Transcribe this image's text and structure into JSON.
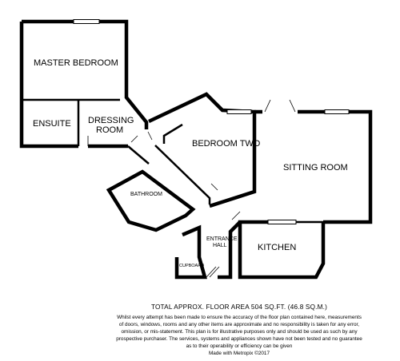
{
  "rooms": {
    "master_bedroom": "MASTER BEDROOM",
    "ensuite": "ENSUITE",
    "dressing_room_line1": "DRESSING",
    "dressing_room_line2": "ROOM",
    "bedroom_two": "BEDROOM TWO",
    "sitting_room": "SITTING ROOM",
    "bathroom": "BATHROOM",
    "entrance_hall_line1": "ENTRANCE",
    "entrance_hall_line2": "HALL",
    "kitchen": "KITCHEN",
    "cupboard": "CUPBOARD"
  },
  "footer": {
    "total_area": "TOTAL APPROX. FLOOR AREA 504 SQ.FT. (46.8 SQ.M.)",
    "disclaimer_lines": [
      "Whilst every attempt has been made to ensure the accuracy of the floor plan contained here, measurements",
      "of doors, windows, rooms and any other items are approximate and no responsibility is taken for any error,",
      "omission, or mis-statement. This plan is for illustrative purposes only and should be used as such by any",
      "prospective purchaser. The services, systems and appliances shown have not been tested and no guarantee",
      "as to their operability or efficiency can be given"
    ],
    "credit": "Made with Metropix ©2017"
  },
  "colors": {
    "wall": "#000000",
    "window": "#cccccc",
    "background": "#ffffff"
  }
}
